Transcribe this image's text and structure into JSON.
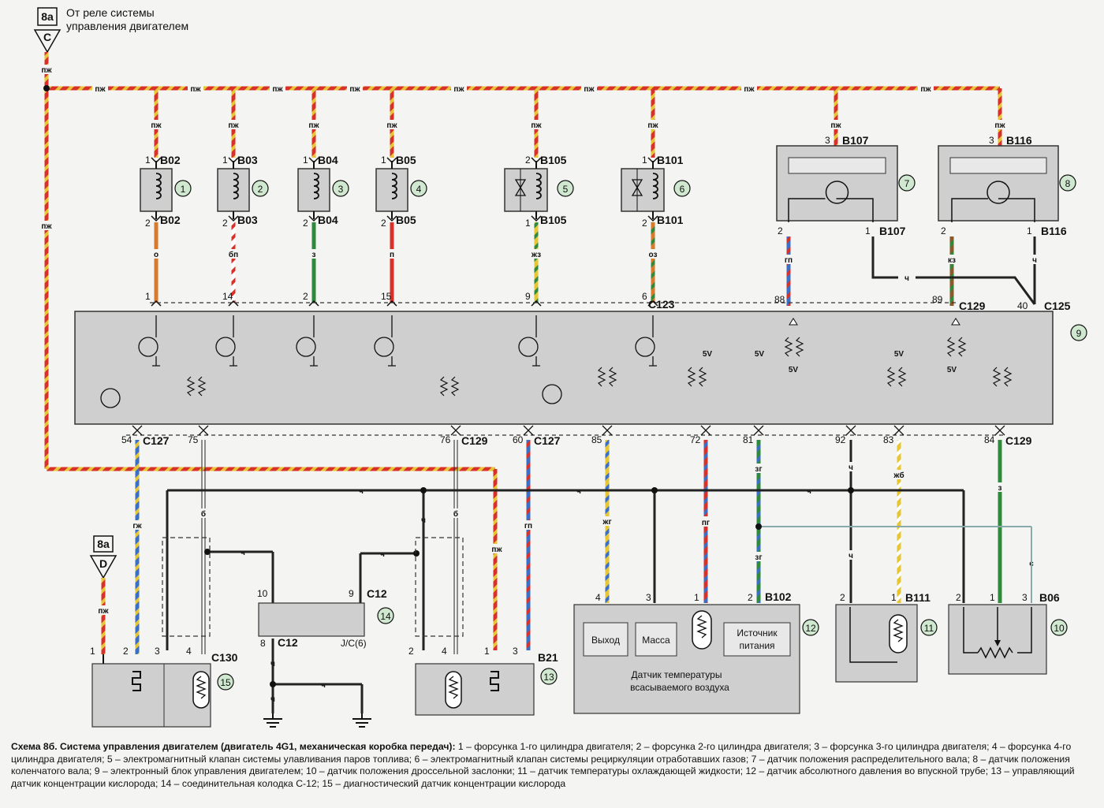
{
  "source": {
    "ref_top": "8a",
    "connector_top": "C",
    "text_line1": "От реле системы",
    "text_line2": "управления двигателем",
    "ref_bottom": "8a",
    "connector_bottom": "D"
  },
  "wire_labels": {
    "pzh": "пж",
    "o": "о",
    "bp": "бп",
    "z": "з",
    "p": "п",
    "zhz": "жз",
    "oz": "оз",
    "gp": "гп",
    "kz": "кз",
    "ch": "ч",
    "gzh": "гж",
    "b": "б",
    "zhg": "жг",
    "pg": "пг",
    "zg": "зг",
    "zhb": "жб",
    "s": "с"
  },
  "injectors": [
    {
      "num": "1",
      "conn": "B02",
      "pin_top": "1",
      "pin_bot": "2",
      "wire": "о",
      "ecu_pin": "1"
    },
    {
      "num": "2",
      "conn": "B03",
      "pin_top": "1",
      "pin_bot": "2",
      "wire": "бп",
      "ecu_pin": "14"
    },
    {
      "num": "3",
      "conn": "B04",
      "pin_top": "1",
      "pin_bot": "2",
      "wire": "з",
      "ecu_pin": "2"
    },
    {
      "num": "4",
      "conn": "B05",
      "pin_top": "1",
      "pin_bot": "2",
      "wire": "п",
      "ecu_pin": "15"
    },
    {
      "num": "5",
      "conn": "B105",
      "pin_top": "2",
      "pin_bot": "1",
      "wire": "жз",
      "ecu_pin": "9"
    },
    {
      "num": "6",
      "conn": "B101",
      "pin_top": "1",
      "pin_bot": "2",
      "wire": "оз",
      "ecu_pin": "6"
    }
  ],
  "sensors_top": [
    {
      "num": "7",
      "conn": "B107",
      "pin_top": "3",
      "pin_left": "2",
      "pin_right": "1",
      "wire": "гп",
      "ecu_pin": "88"
    },
    {
      "num": "8",
      "conn": "B116",
      "pin_top": "3",
      "pin_left": "2",
      "pin_right": "1",
      "wire": "кз",
      "ecu_pin": "89"
    }
  ],
  "ecu": {
    "num": "9",
    "top_conn_1": "C123",
    "top_conn_2": "C129",
    "top_conn_3": "C125",
    "top_pin_40": "40",
    "bottom_pins": [
      {
        "pin": "54",
        "conn": "C127"
      },
      {
        "pin": "75",
        "conn": ""
      },
      {
        "pin": "76",
        "conn": "C129"
      },
      {
        "pin": "60",
        "conn": "C127"
      },
      {
        "pin": "85",
        "conn": ""
      },
      {
        "pin": "72",
        "conn": ""
      },
      {
        "pin": "81",
        "conn": ""
      },
      {
        "pin": "92",
        "conn": ""
      },
      {
        "pin": "83",
        "conn": ""
      },
      {
        "pin": "84",
        "conn": "C129"
      }
    ],
    "v5": "5V"
  },
  "jc": {
    "num": "14",
    "conn_top": "C12",
    "conn_bot": "C12",
    "pin_a": "10",
    "pin_b": "9",
    "pin_c": "8",
    "label": "J/C(6)"
  },
  "sensor15": {
    "num": "15",
    "conn": "C130",
    "pins": [
      "1",
      "2",
      "3",
      "4"
    ]
  },
  "sensor13": {
    "num": "13",
    "conn": "B21",
    "pins": [
      "2",
      "4",
      "1",
      "3"
    ]
  },
  "sensor12": {
    "num": "12",
    "conn": "B102",
    "pins": [
      "4",
      "3",
      "1",
      "2"
    ],
    "box_out": "Выход",
    "box_mass": "Масса",
    "box_src_1": "Источник",
    "box_src_2": "питания",
    "caption_1": "Датчик температуры",
    "caption_2": "всасываемого воздуха"
  },
  "sensor11": {
    "num": "11",
    "conn": "B111",
    "pins": [
      "2",
      "1"
    ]
  },
  "sensor10": {
    "num": "10",
    "conn": "B06",
    "pins": [
      "2",
      "1",
      "3"
    ]
  },
  "caption": {
    "title": "Схема 8б. Система управления двигателем (двигатель 4G1, механическая коробка передач):",
    "text": " 1 – форсунка 1-го цилиндра двигателя; 2 – форсунка 2-го цилиндра двигателя; 3 – форсунка 3-го цилиндра двигателя; 4 – форсунка 4-го цилиндра двигателя; 5 – электромагнитный клапан системы улавливания паров топлива; 6 – электромагнитный клапан системы рециркуляции отработавших газов; 7 – датчик положения распределительного вала; 8 – датчик положения коленчатого вала; 9 – электронный блок управления двигателем; 10 – датчик положения дроссельной заслонки; 11 – датчик температуры охлаждающей жидкости; 12 – датчик абсолютного давления во впускной трубе; 13 – управляющий датчик концентрации кислорода; 14 – соединительная колодка С-12; 15 – диагностический датчик концентрации кислорода"
  },
  "colors": {
    "red": "#d8312a",
    "yellow": "#e6c634",
    "blue": "#3a6fc7",
    "green": "#2f8a3e",
    "black": "#222222",
    "white": "#ffffff",
    "box": "#cfcfcf",
    "box_dark": "#bdbdbd"
  }
}
